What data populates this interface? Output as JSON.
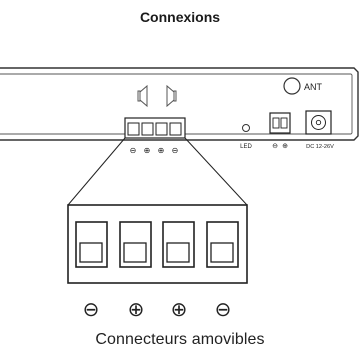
{
  "title": "Connexions",
  "device": {
    "antenna_label": "ANT",
    "led_label": "LED",
    "power_label": "DC 12-26V",
    "speaker_terminal_signs": [
      "⊖",
      "⊕",
      "⊕",
      "⊖"
    ],
    "power_terminal_signs": [
      "⊖",
      "⊕"
    ]
  },
  "zoom": {
    "terminal_signs": [
      "⊖",
      "⊕",
      "⊕",
      "⊖"
    ]
  },
  "caption": "Connecteurs amovibles"
}
